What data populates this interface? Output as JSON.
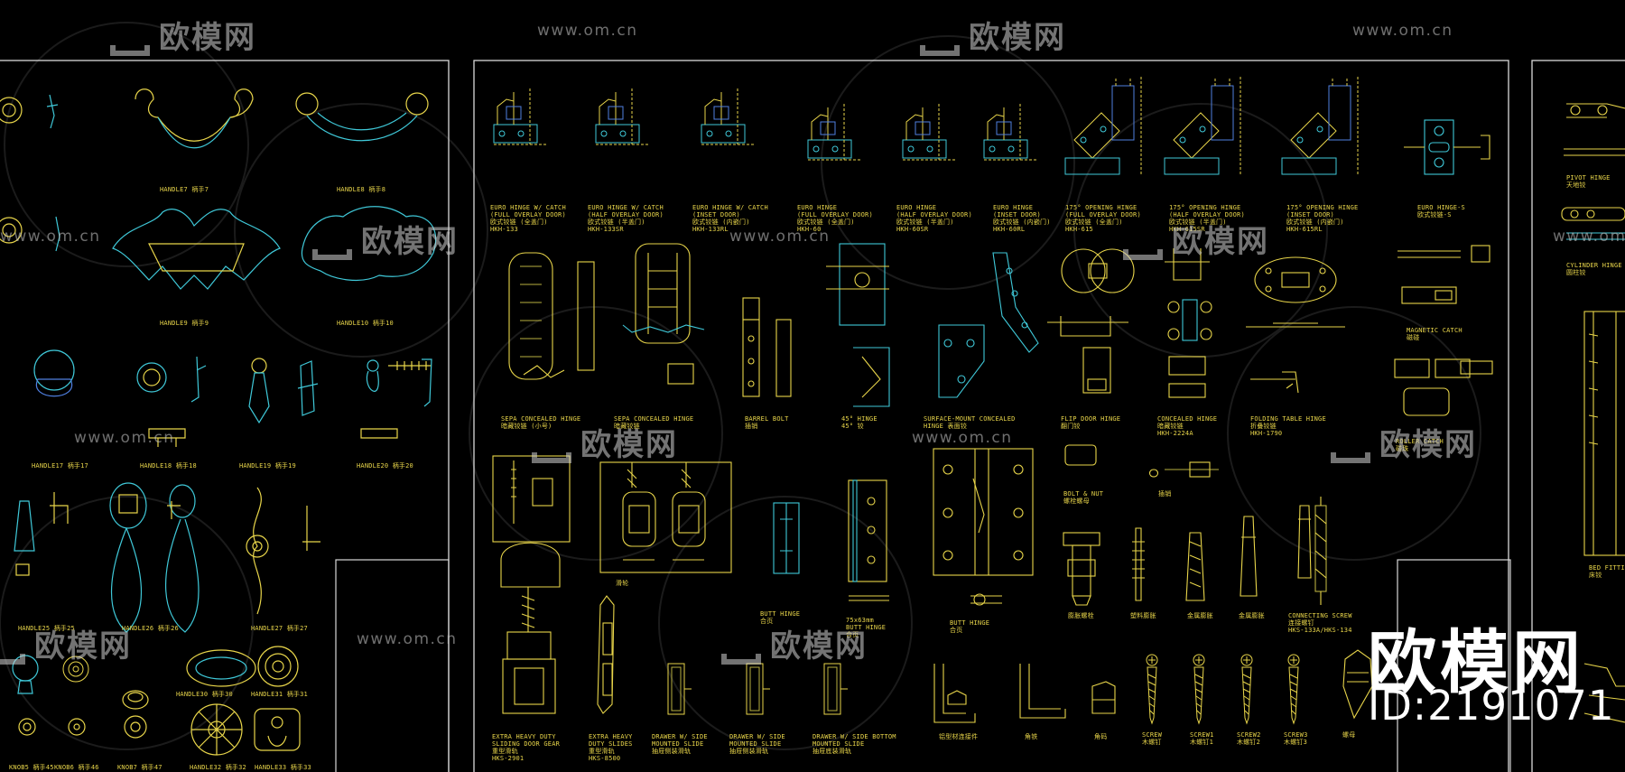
{
  "watermark": {
    "logo_text": "欧模网",
    "url_text": "www.om.cn"
  },
  "brand": {
    "name": "欧模网",
    "id": "ID:2191071"
  },
  "colors": {
    "background": "#000000",
    "frame": "#d9d9d9",
    "line_yellow": "#e8d54a",
    "line_cyan": "#3fc8d8",
    "line_blue": "#4f7fe0"
  },
  "left_panel": {
    "labels": [
      "HANDLE7 柄手7",
      "HANDLE8 柄手8",
      "HANDLE9 柄手9",
      "HANDLE10 柄手10",
      "HANDLE17 柄手17",
      "HANDLE18 柄手18",
      "HANDLE19 柄手19",
      "HANDLE20 柄手20",
      "HANDLE25 柄手25",
      "HANDLE26 柄手26",
      "HANDLE27 柄手27",
      "HANDLE30 柄手30",
      "HANDLE31 柄手31",
      "KNOB5 柄手45",
      "KNOB6 柄手46",
      "KNOB7 柄手47",
      "HANDLE32 柄手32",
      "HANDLE33 柄手33"
    ]
  },
  "middle_panel": {
    "hinge_labels": [
      "EURO HINGE W/ CATCH\n(FULL OVERLAY DOOR)\n欧式铰链 (全盖门)\nHKH-133",
      "EURO HINGE W/ CATCH\n(HALF OVERLAY DOOR)\n欧式铰链 (半盖门)\nHKH-133SR",
      "EURO HINGE W/ CATCH\n(INSET DOOR)\n欧式铰链 (内嵌门)\nHKH-133RL",
      "EURO HINGE\n(FULL OVERLAY DOOR)\n欧式铰链 (全盖门)\nHKH-60",
      "EURO HINGE\n(HALF OVERLAY DOOR)\n欧式铰链 (半盖门)\nHKH-60SR",
      "EURO HINGE\n(INSET DOOR)\n欧式铰链 (内嵌门)\nHKH-60RL",
      "175° OPENING HINGE\n(FULL OVERLAY DOOR)\n欧式铰链 (全盖门)\nHKH-615",
      "175° OPENING HINGE\n(HALF OVERLAY DOOR)\n欧式铰链 (半盖门)\nHKH-615SR",
      "175° OPENING HINGE\n(INSET DOOR)\n欧式铰链 (内嵌门)\nHKH-615RL",
      "EURO HINGE-S\n欧式铰链-S"
    ],
    "hardware_labels": [
      "SEPA CONCEALED HINGE\n暗藏铰链 (小号)",
      "SEPA CONCEALED HINGE\n暗藏铰链",
      "BARREL BOLT\n插销",
      "45° HINGE\n45° 铰",
      "SURFACE-MOUNT CONCEALED\nHINGE 表面铰",
      "FLIP DOOR HINGE\n翻门铰",
      "CONCEALED HINGE\n暗藏铰链\nHKH-2224A",
      "FOLDING TABLE HINGE\n折叠铰链\nHKH-1790",
      "MAGNETIC CATCH\n磁碰",
      "ROLLER CATCH\n碰珠",
      "BOLT & NUT\n螺栓螺母",
      "插销",
      "滑轮",
      "BUTT HINGE\n合页",
      "75x63mm\nBUTT HINGE\n合页",
      "BUTT HINGE\n合页",
      "膨胀螺栓",
      "塑料膨胀",
      "金属膨胀",
      "金属膨胀",
      "CONNECTING SCREW\n连接螺钉\nHKS-133A/HKS-134",
      "EXTRA HEAVY DUTY\nSLIDING DOOR GEAR\n重型滑轨\nHKS-2901",
      "EXTRA HEAVY\nDUTY SLIDES\n重型滑轨\nHKS-8500",
      "DRAWER W/ SIDE\nMOUNTED SLIDE\n抽屉侧装滑轨",
      "DRAWER W/ SIDE\nMOUNTED SLIDE\n抽屉侧装滑轨",
      "DRAWER W/ SIDE BOTTOM\nMOUNTED SLIDE\n抽屉底装滑轨",
      "铝型材连接件",
      "角铁",
      "角码",
      "SCREW\n木螺钉",
      "SCREW1\n木螺钉1",
      "SCREW2\n木螺钉2",
      "SCREW3\n木螺钉3",
      "螺母"
    ]
  },
  "right_panel": {
    "labels": [
      "PIVOT HINGE\n天地铰",
      "CYLINDER HINGE\n圆柱铰",
      "BED FITTING\n床铰"
    ]
  }
}
